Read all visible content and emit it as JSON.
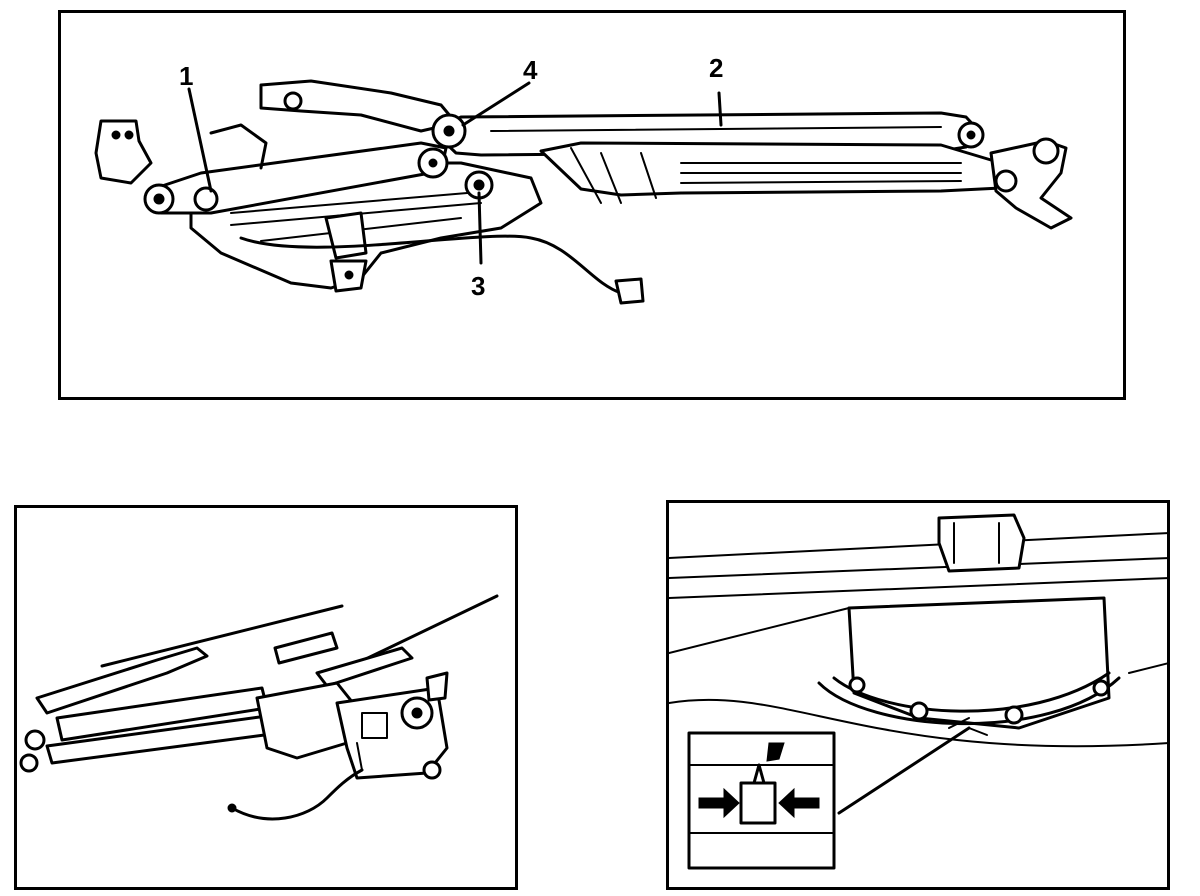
{
  "figure": {
    "callouts": [
      {
        "id": "1",
        "label": "1"
      },
      {
        "id": "2",
        "label": "2"
      },
      {
        "id": "3",
        "label": "3"
      },
      {
        "id": "4",
        "label": "4"
      }
    ]
  },
  "icons": {
    "detail_arrow_left": "arrow-right-icon",
    "detail_arrow_right": "arrow-left-icon",
    "detail_arrow_top": "arrow-down-icon"
  },
  "colors": {
    "ink": "#000000",
    "paper": "#ffffff"
  }
}
